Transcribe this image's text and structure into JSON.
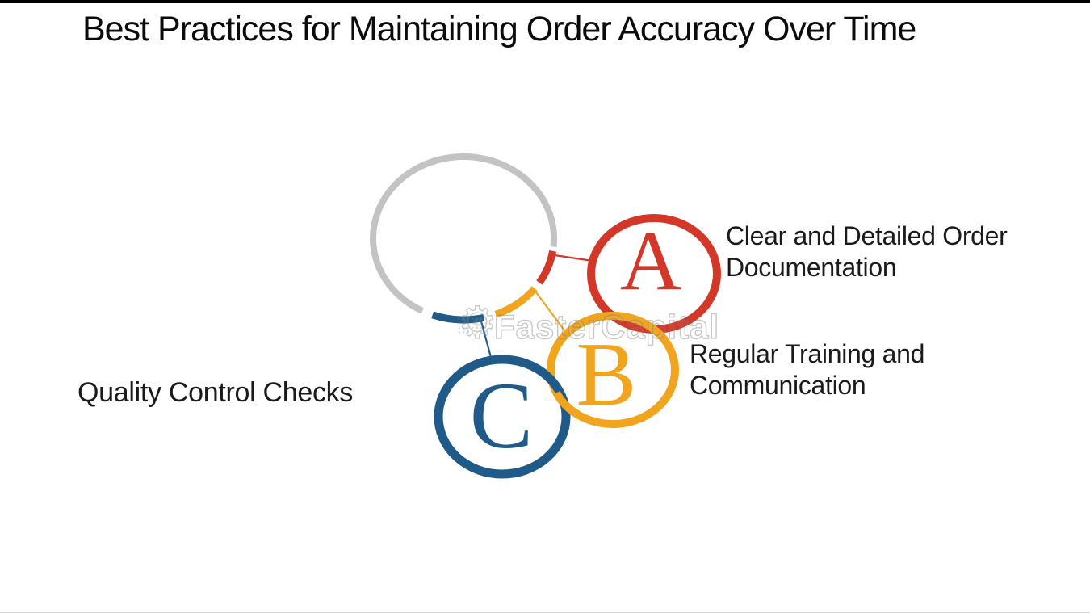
{
  "title": "Best Practices for Maintaining Order Accuracy Over Time",
  "items": [
    {
      "letter": "A",
      "label_lines": [
        "Clear and Detailed Order",
        "Documentation"
      ]
    },
    {
      "letter": "B",
      "label_lines": [
        "Regular Training and",
        "Communication"
      ]
    },
    {
      "letter": "C",
      "label_lines": [
        "Quality Control Checks"
      ]
    }
  ],
  "watermark": {
    "text": "FasterCapital",
    "gear_icon": "⚙"
  },
  "colors": {
    "red": "#D23728",
    "yellow": "#F1A51E",
    "blue": "#1F5A88",
    "gray": "#C3C3C5",
    "title_text": "#0B0B0B",
    "label_text": "#1A1A1A"
  }
}
